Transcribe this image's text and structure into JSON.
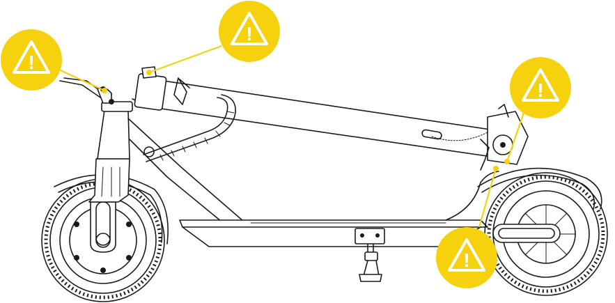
{
  "diagram": {
    "subject": "folded-electric-scooter-side-view",
    "colors": {
      "accent": "#F6D20E",
      "line": "#1a1a1a",
      "background": "#ffffff"
    },
    "warning_markers": [
      {
        "id": "brake-lever",
        "icon": "warning-triangle-icon",
        "glyph": "!"
      },
      {
        "id": "folding-latch",
        "icon": "warning-triangle-icon",
        "glyph": "!"
      },
      {
        "id": "rear-hook",
        "icon": "warning-triangle-icon",
        "glyph": "!"
      },
      {
        "id": "folding-joint",
        "icon": "warning-triangle-icon",
        "glyph": "!"
      }
    ]
  }
}
